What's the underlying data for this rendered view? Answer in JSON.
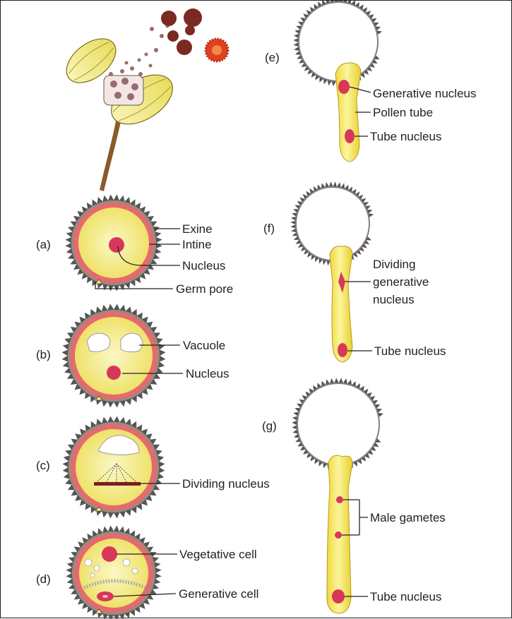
{
  "panels": {
    "a": {
      "tag": "(a)",
      "exine": "Exine",
      "intine": "Intine",
      "nucleus": "Nucleus",
      "germ_pore": "Germ pore"
    },
    "b": {
      "tag": "(b)",
      "vacuole": "Vacuole",
      "nucleus": "Nucleus"
    },
    "c": {
      "tag": "(c)",
      "dividing_nucleus": "Dividing nucleus"
    },
    "d": {
      "tag": "(d)",
      "vegetative_cell": "Vegetative cell",
      "generative_cell": "Generative cell"
    },
    "e": {
      "tag": "(e)",
      "generative_nucleus": "Generative nucleus",
      "pollen_tube": "Pollen tube",
      "tube_nucleus": "Tube nucleus"
    },
    "f": {
      "tag": "(f)",
      "dividing_line1": "Dividing",
      "dividing_line2": "generative",
      "dividing_line3": "nucleus",
      "tube_nucleus": "Tube nucleus"
    },
    "g": {
      "tag": "(g)",
      "male_gametes": "Male gametes",
      "tube_nucleus": "Tube nucleus"
    }
  },
  "colors": {
    "cytoplasm": "#f3ec83",
    "intine": "#e56a6f",
    "nucleus": "#d8375a",
    "exine_spikes": "#555555",
    "tube": "#f2e24a",
    "anther": "#f1eb8a",
    "stalk": "#8a5a2b"
  }
}
